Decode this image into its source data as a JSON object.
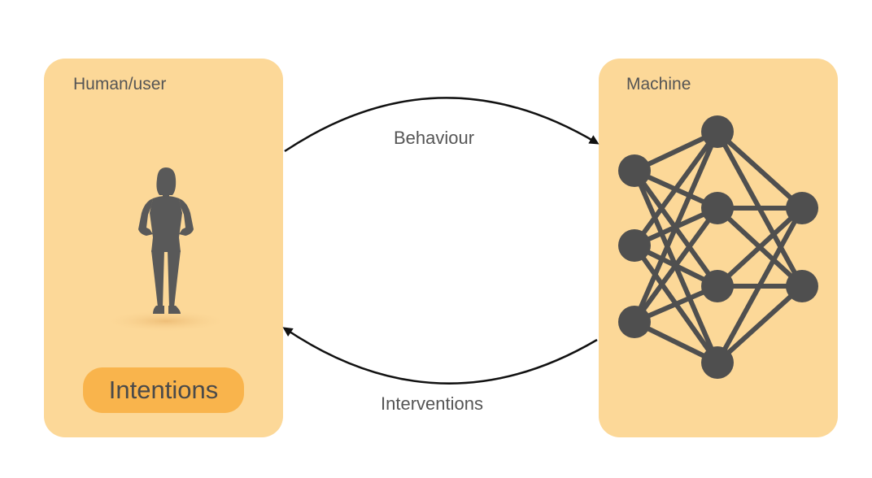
{
  "left_panel": {
    "title": "Human/user",
    "intentions_label": "Intentions"
  },
  "right_panel": {
    "title": "Machine"
  },
  "arrows": {
    "top_label": "Behaviour",
    "bottom_label": "Interventions"
  },
  "colors": {
    "panel_fill": "#fcd898",
    "pill_fill": "#f9b44c",
    "network_node": "#4f4f4f",
    "silhouette": "#595959"
  },
  "icons": {
    "person": "person-silhouette-icon",
    "network": "neural-network-icon"
  }
}
